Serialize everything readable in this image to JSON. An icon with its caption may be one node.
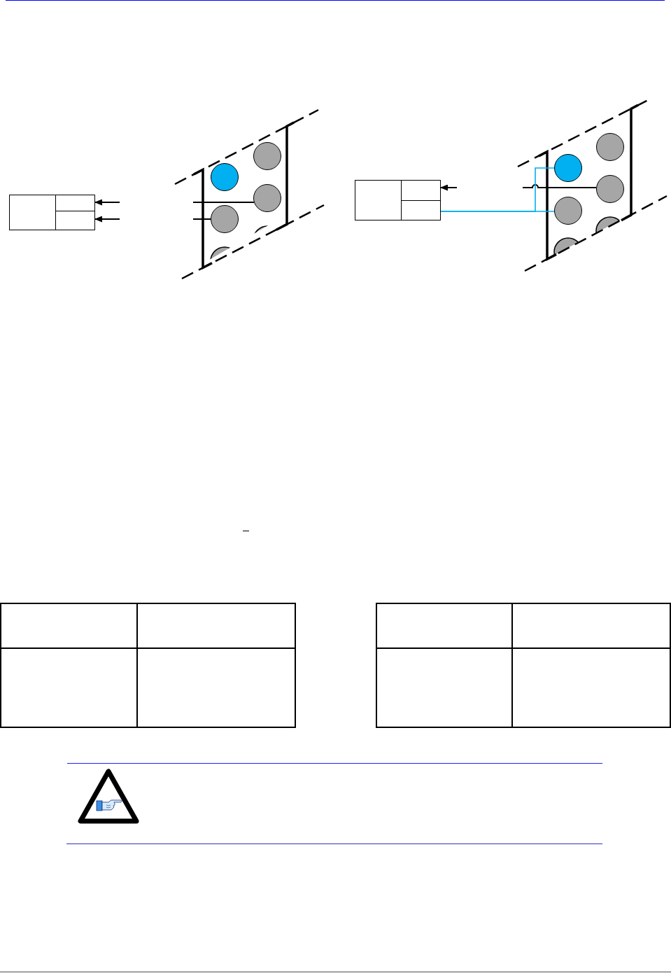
{
  "diagram": {
    "nodes": [
      {
        "text": [],
        "shape": "box"
      },
      {
        "text": [],
        "shape": "box",
        "in": 0
      },
      {
        "text": [],
        "shape": "box",
        "in": 0
      },
      {
        "text": [],
        "shape": "circle"
      },
      {
        "text": [],
        "shape": "circle"
      },
      {
        "text": [],
        "shape": "circle"
      },
      {
        "text": [],
        "shape": "circle"
      },
      {
        "text": [],
        "shape": "box"
      },
      {
        "text": [],
        "shape": "box",
        "in": 7
      },
      {
        "text": [],
        "shape": "box",
        "in": 7
      },
      {
        "text": [],
        "shape": "circle"
      },
      {
        "text": [],
        "shape": "circle"
      },
      {
        "text": [],
        "shape": "circle"
      },
      {
        "text": [],
        "shape": "circle"
      }
    ],
    "edges": [
      {
        "from": null,
        "to": 1,
        "arrow": "to"
      },
      {
        "from": null,
        "to": 2,
        "arrow": "to"
      },
      {
        "from": null,
        "to": 5,
        "arrow": "none"
      },
      {
        "from": null,
        "to": 6,
        "arrow": "none"
      },
      {
        "from": null,
        "to": 8,
        "arrow": "to"
      },
      {
        "from": null,
        "to": 12,
        "arrow": "none"
      },
      {
        "from": 9,
        "to": 10,
        "arrow": "none",
        "color": "#00aeef"
      },
      {
        "from": 9,
        "to": 13,
        "arrow": "none",
        "color": "#00aeef"
      }
    ]
  }
}
